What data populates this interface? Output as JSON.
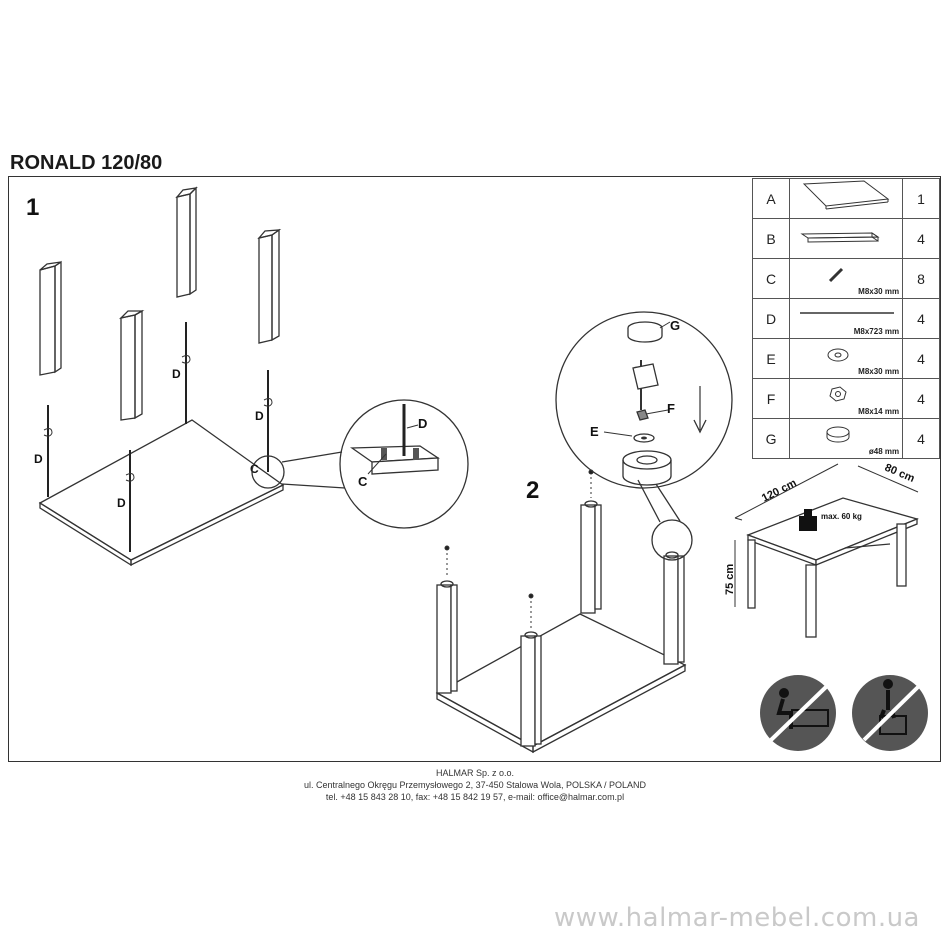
{
  "document": {
    "title": "RONALD 120/80",
    "steps": [
      "1",
      "2"
    ]
  },
  "parts": [
    {
      "letter": "A",
      "qty": "1",
      "spec": "",
      "icon": "table-top-icon"
    },
    {
      "letter": "B",
      "qty": "4",
      "spec": "",
      "icon": "leg-icon"
    },
    {
      "letter": "C",
      "qty": "8",
      "spec": "M8x30 mm",
      "icon": "dowel-icon"
    },
    {
      "letter": "D",
      "qty": "4",
      "spec": "M8x723 mm",
      "icon": "threaded-rod-icon"
    },
    {
      "letter": "E",
      "qty": "4",
      "spec": "M8x30 mm",
      "icon": "washer-icon"
    },
    {
      "letter": "F",
      "qty": "4",
      "spec": "M8x14 mm",
      "icon": "nut-icon"
    },
    {
      "letter": "G",
      "qty": "4",
      "spec": "ø48 mm",
      "icon": "cap-icon"
    }
  ],
  "labels": {
    "d": "D",
    "c": "C",
    "e": "E",
    "f": "F",
    "g": "G"
  },
  "dimensions": {
    "width": "120 cm",
    "depth": "80 cm",
    "height": "75 cm",
    "max_load": "max. 60 kg"
  },
  "footer": {
    "company": "HALMAR Sp. z o.o.",
    "address": "ul. Centralnego Okręgu Przemysłowego 2, 37-450 Stalowa Wola, POLSKA / POLAND",
    "contact": "tel. +48 15 843 28 10, fax: +48 15 842 19 57, e-mail: office@halmar.com.pl"
  },
  "watermark": "www.halmar-mebel.com.ua",
  "colors": {
    "line": "#333333",
    "prohibit": "#555555",
    "watermark": "#c9c9c9"
  }
}
